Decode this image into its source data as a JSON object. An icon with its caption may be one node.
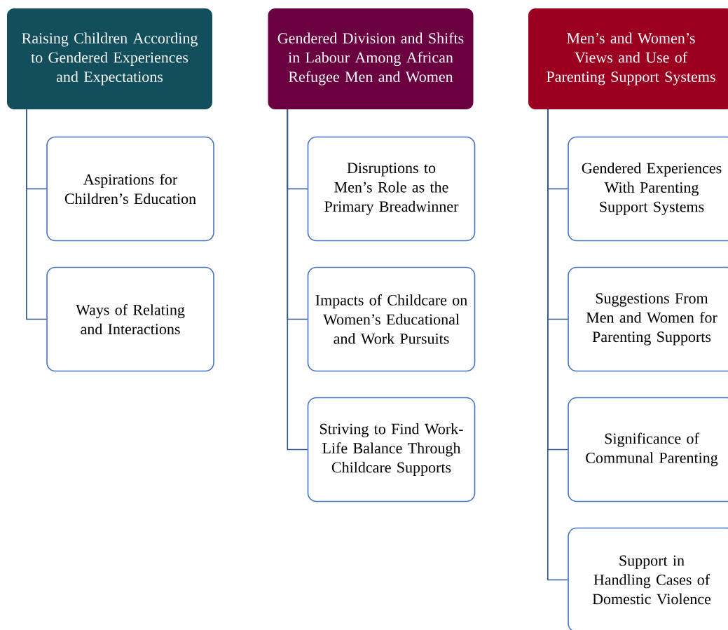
{
  "diagram": {
    "nodes": [
      {
        "text": [
          "Raising Children According to Gendered Experiences and Expectations"
        ]
      },
      {
        "text": [
          "Aspirations for Children’s Education"
        ]
      },
      {
        "text": [
          "Ways of Relating and Interactions"
        ]
      },
      {
        "text": [
          "Gendered Division and Shifts in Labour Among African Refugee Men and Women"
        ]
      },
      {
        "text": [
          "Disruptions to Men’s Role as the Primary Breadwinner"
        ]
      },
      {
        "text": [
          "Impacts of Childcare on Women’s Educational and Work Pursuits"
        ]
      },
      {
        "text": [
          "Striving to Find Work-Life Balance Through Childcare Supports"
        ]
      },
      {
        "text": [
          "Men’s and Women’s Views and Use of Parenting Support Systems"
        ]
      },
      {
        "text": [
          "Gendered Experiences With Parenting Support Systems"
        ]
      },
      {
        "text": [
          "Suggestions From Men and Women for Parenting Supports"
        ]
      },
      {
        "text": [
          "Significance of Communal Parenting"
        ]
      },
      {
        "text": [
          "Support in Handling Cases of Domestic Violence"
        ]
      }
    ],
    "edges": [
      {
        "from": 0,
        "to": 1,
        "arrow": "none"
      },
      {
        "from": 0,
        "to": 2,
        "arrow": "none"
      },
      {
        "from": 3,
        "to": 4,
        "arrow": "none"
      },
      {
        "from": 3,
        "to": 5,
        "arrow": "none"
      },
      {
        "from": 3,
        "to": 6,
        "arrow": "none"
      },
      {
        "from": 7,
        "to": 8,
        "arrow": "none"
      },
      {
        "from": 7,
        "to": 9,
        "arrow": "none"
      },
      {
        "from": 7,
        "to": 10,
        "arrow": "none"
      },
      {
        "from": 7,
        "to": 11,
        "arrow": "none"
      }
    ]
  }
}
